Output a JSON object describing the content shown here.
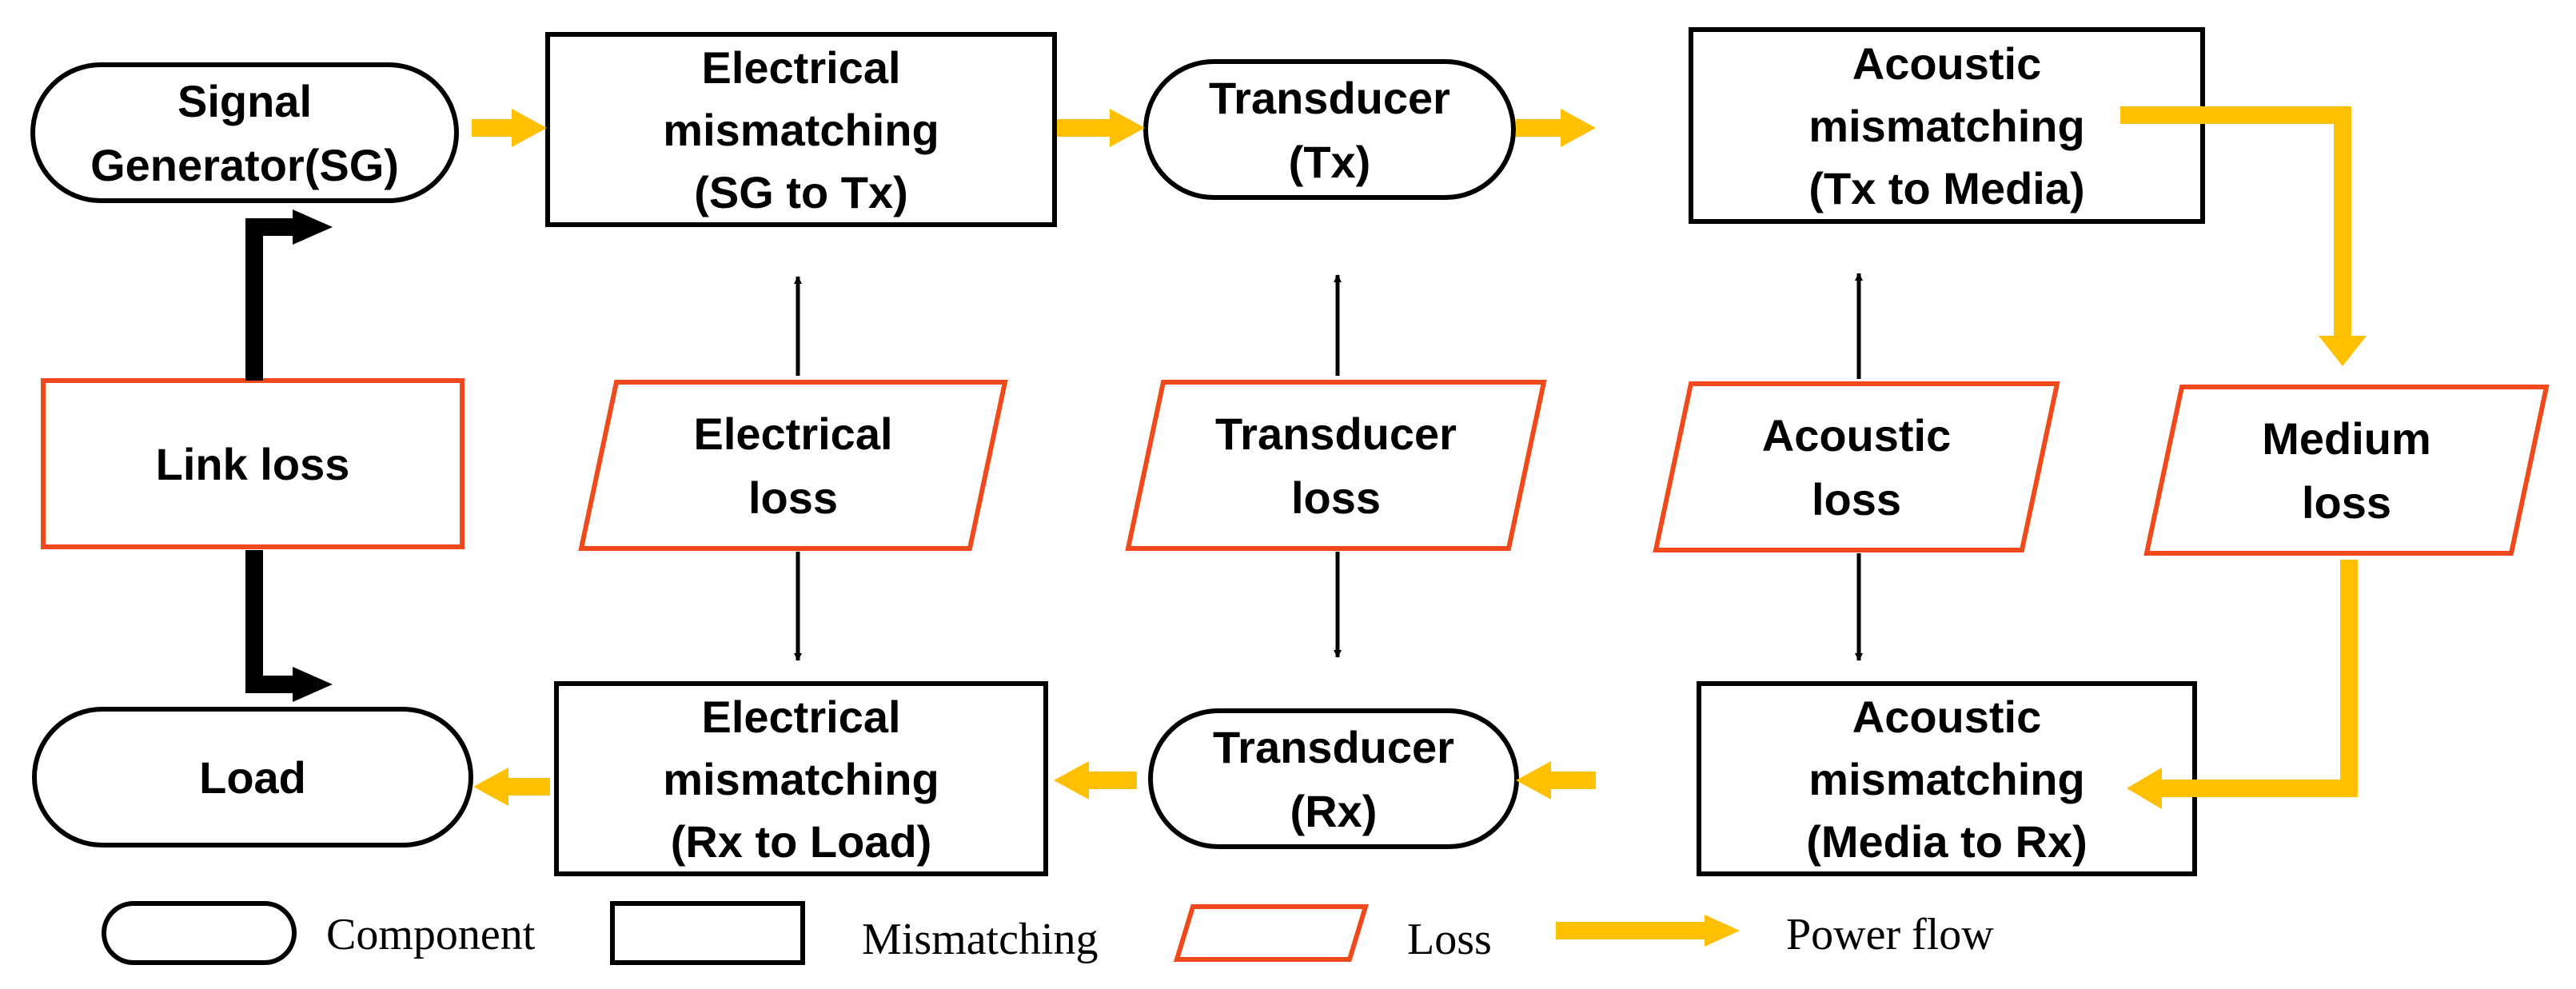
{
  "colors": {
    "outline": "#000000",
    "loss_outline": "#F04A1C",
    "power_flow": "#FFC000",
    "background": "#FFFFFF"
  },
  "nodes": {
    "signal_generator": {
      "shape": "component",
      "lines": [
        "Signal",
        "Generator(SG)"
      ]
    },
    "elec_mismatch_tx": {
      "shape": "mismatching",
      "lines": [
        "Electrical",
        "mismatching",
        "(SG to Tx)"
      ]
    },
    "transducer_tx": {
      "shape": "component",
      "lines": [
        "Transducer",
        "(Tx)"
      ]
    },
    "acoustic_mismatch_tx": {
      "shape": "mismatching",
      "lines": [
        "Acoustic",
        "mismatching",
        "(Tx to Media)"
      ]
    },
    "link_loss": {
      "shape": "loss-rect",
      "lines": [
        "Link loss"
      ]
    },
    "electrical_loss": {
      "shape": "loss",
      "lines": [
        "Electrical",
        "loss"
      ]
    },
    "transducer_loss": {
      "shape": "loss",
      "lines": [
        "Transducer",
        "loss"
      ]
    },
    "acoustic_loss": {
      "shape": "loss",
      "lines": [
        "Acoustic",
        "loss"
      ]
    },
    "medium_loss": {
      "shape": "loss",
      "lines": [
        "Medium",
        "loss"
      ]
    },
    "load": {
      "shape": "component",
      "lines": [
        "Load"
      ]
    },
    "elec_mismatch_rx": {
      "shape": "mismatching",
      "lines": [
        "Electrical",
        "mismatching",
        "(Rx to Load)"
      ]
    },
    "transducer_rx": {
      "shape": "component",
      "lines": [
        "Transducer",
        "(Rx)"
      ]
    },
    "acoustic_mismatch_rx": {
      "shape": "mismatching",
      "lines": [
        "Acoustic",
        "mismatching",
        "(Media to Rx)"
      ]
    }
  },
  "legend": {
    "component": "Component",
    "mismatching": "Mismatching",
    "loss": "Loss",
    "power_flow": "Power flow"
  }
}
